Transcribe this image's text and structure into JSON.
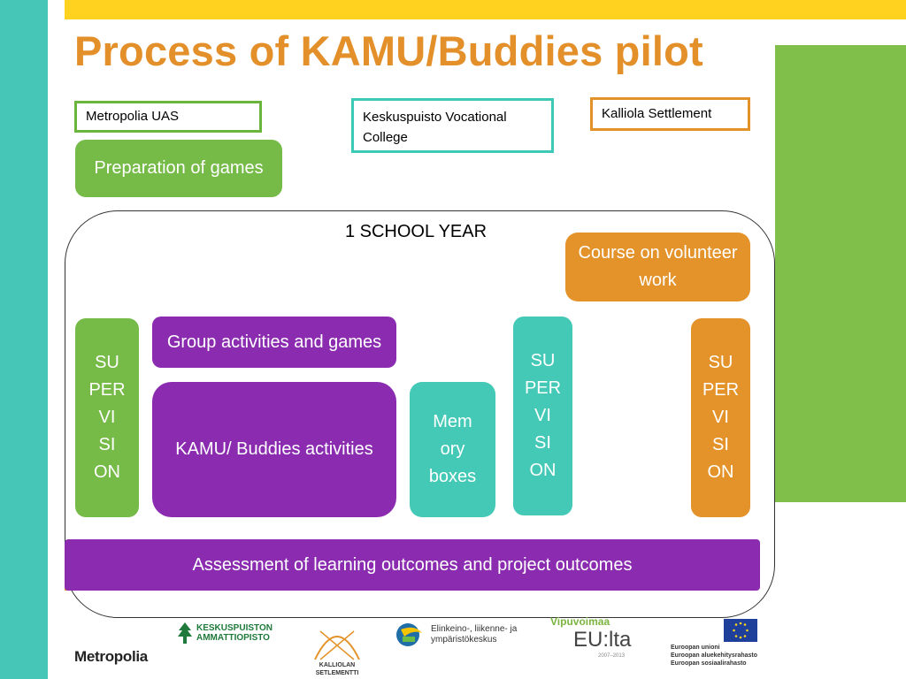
{
  "slide": {
    "title": "Process of KAMU/Buddies pilot",
    "orgs": {
      "metropolia": "Metropolia UAS",
      "keskuspuisto": "Keskuspuisto Vocational College",
      "kalliola": "Kalliola Settlement"
    },
    "preparation": "Preparation of games",
    "school_year": "1 SCHOOL YEAR",
    "course": "Course on volunteer work",
    "supervision_lines": [
      "SU",
      "PER",
      "VI",
      "SI",
      "ON"
    ],
    "group_activities": "Group activities and games",
    "kamu_activities": "KAMU/ Buddies activities",
    "memory_lines": [
      "Mem",
      "ory",
      "boxes"
    ],
    "assessment": "Assessment of learning outcomes and project outcomes"
  },
  "logos": {
    "metropolia": "Metropolia",
    "keskuspuisto_line1": "KESKUSPUISTON",
    "keskuspuisto_line2": "AMMATTIOPISTO",
    "kalliola_line1": "KALLIOLAN",
    "kalliola_line2": "SETLEMENTTI",
    "ely_line1": "Elinkeino-, liikenne- ja",
    "ely_line2": "ympäristökeskus",
    "vipu_top": "Vipuvoimaa",
    "vipu_main": "EU:lta",
    "vipu_years": "2007–2013",
    "eu_line1": "Euroopan unioni",
    "eu_line2": "Euroopan aluekehitysrahasto",
    "eu_line3": "Euroopan sosiaalirahasto"
  },
  "colors": {
    "title": "#e3902a",
    "green": "#76ba48",
    "teal": "#43c9b6",
    "orange": "#e3932a",
    "purple": "#8a2bb0",
    "yellow": "#ffd21f"
  }
}
